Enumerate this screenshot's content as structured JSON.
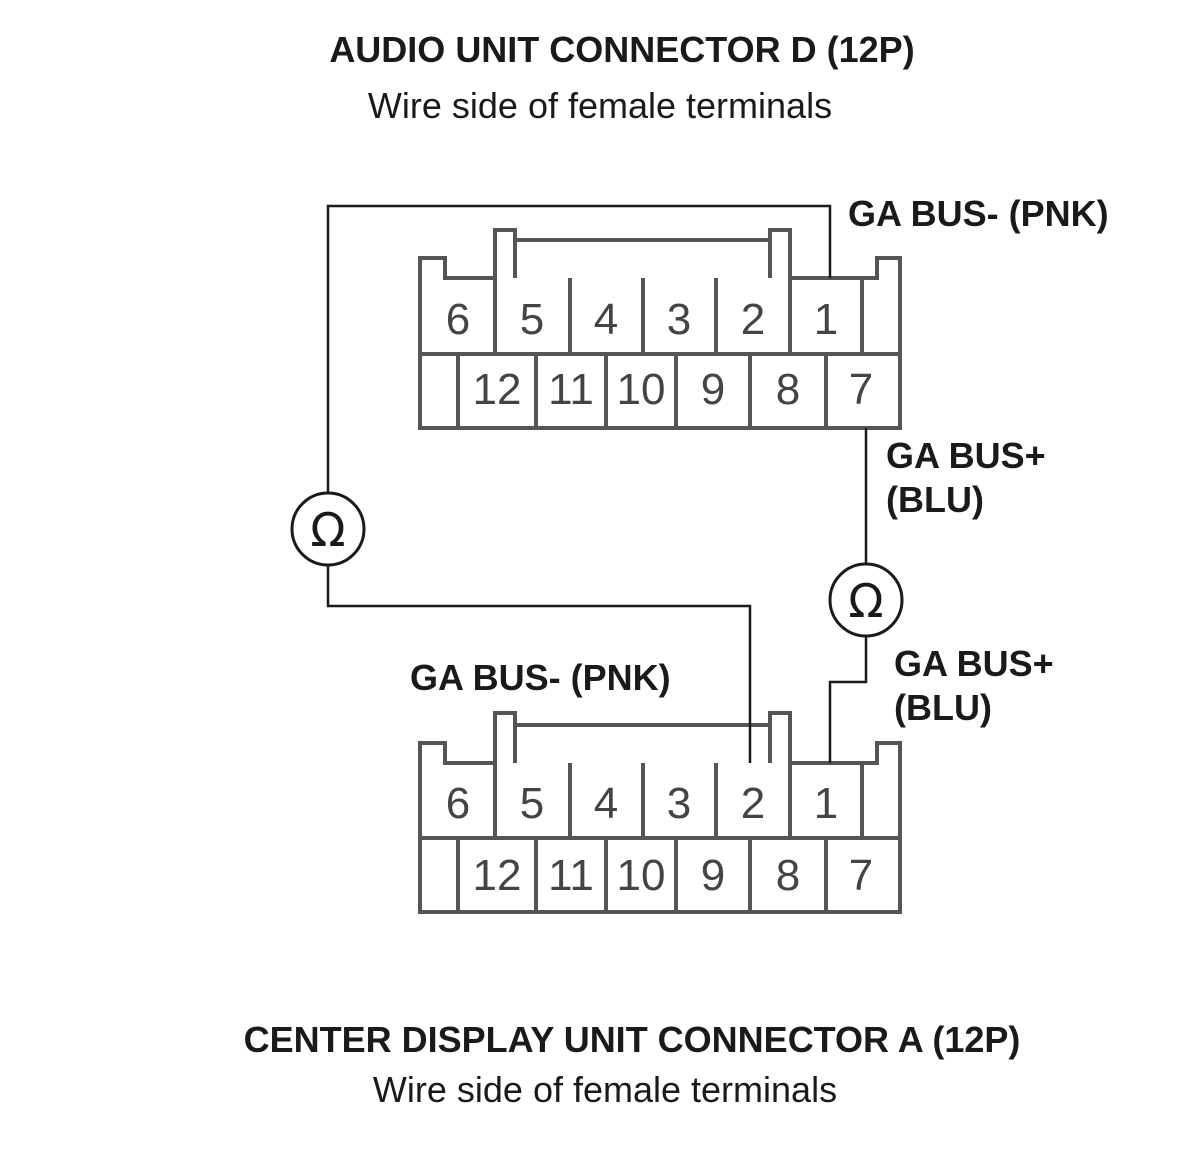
{
  "audio_connector": {
    "title": "AUDIO UNIT CONNECTOR D (12P)",
    "subtitle": "Wire side of female terminals",
    "top_row": [
      "6",
      "5",
      "4",
      "3",
      "2",
      "1"
    ],
    "bottom_row": [
      "12",
      "11",
      "10",
      "9",
      "8",
      "7"
    ]
  },
  "display_connector": {
    "title": "CENTER DISPLAY UNIT CONNECTOR A (12P)",
    "subtitle": "Wire side of female terminals",
    "top_row": [
      "6",
      "5",
      "4",
      "3",
      "2",
      "1"
    ],
    "bottom_row": [
      "12",
      "11",
      "10",
      "9",
      "8",
      "7"
    ]
  },
  "wire_labels": {
    "audio_pin1": "GA BUS- (PNK)",
    "audio_pin7_line1": "GA BUS+",
    "audio_pin7_line2": "(BLU)",
    "display_pin2": "GA BUS- (PNK)",
    "display_pin1_line1": "GA BUS+",
    "display_pin1_line2": "(BLU)"
  },
  "meter_symbol": "Ω",
  "icons": [
    "ohmmeter-icon",
    "ohmmeter-icon"
  ]
}
